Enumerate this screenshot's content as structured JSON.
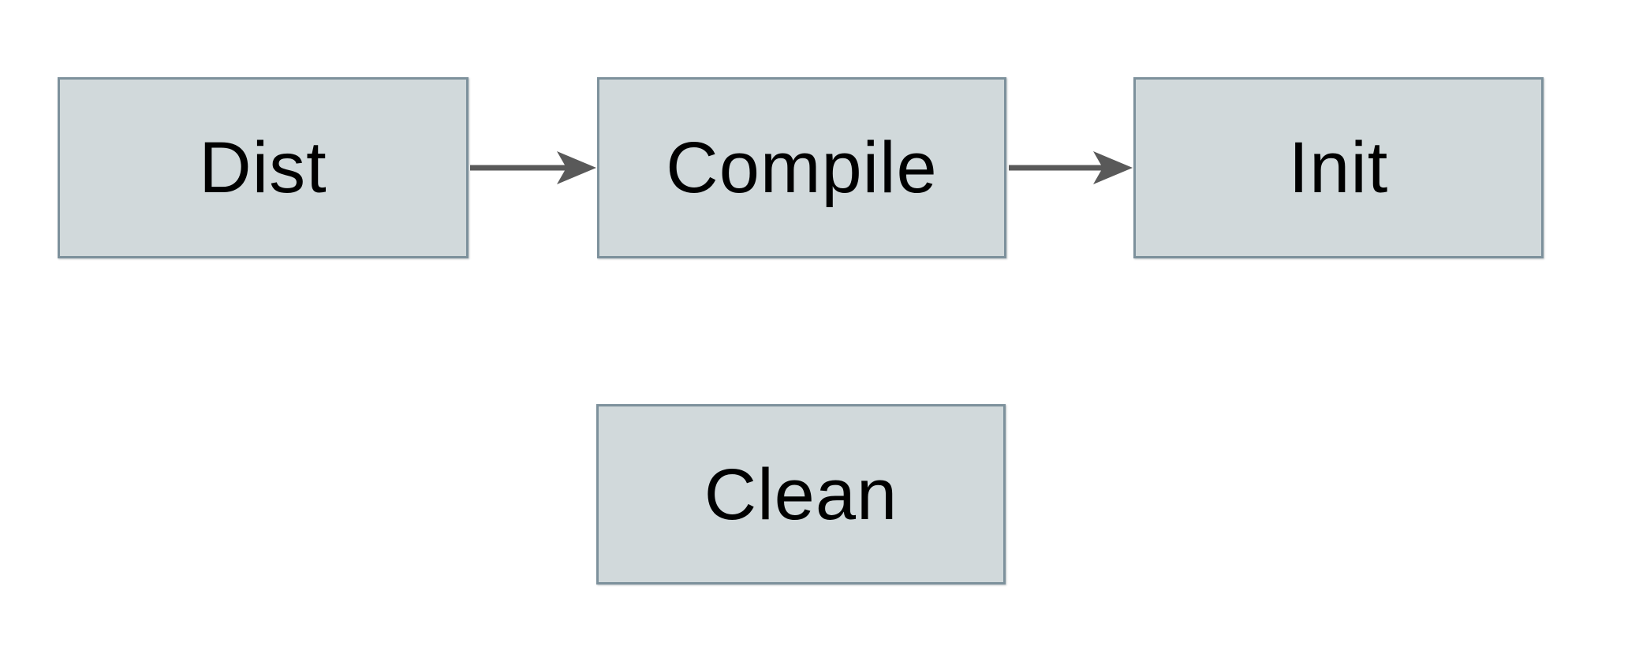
{
  "diagram": {
    "nodes": [
      {
        "id": "dist",
        "label": "Dist"
      },
      {
        "id": "compile",
        "label": "Compile"
      },
      {
        "id": "init",
        "label": "Init"
      },
      {
        "id": "clean",
        "label": "Clean"
      }
    ],
    "edges": [
      {
        "from": "Dist",
        "to": "Compile",
        "style": "arrow-right"
      },
      {
        "from": "Compile",
        "to": "Init",
        "style": "arrow-right"
      }
    ],
    "colors": {
      "node_fill": "#d1d9db",
      "node_border": "#7d919c",
      "arrow": "#595959",
      "label_text": "#000000",
      "background": "#ffffff"
    }
  }
}
